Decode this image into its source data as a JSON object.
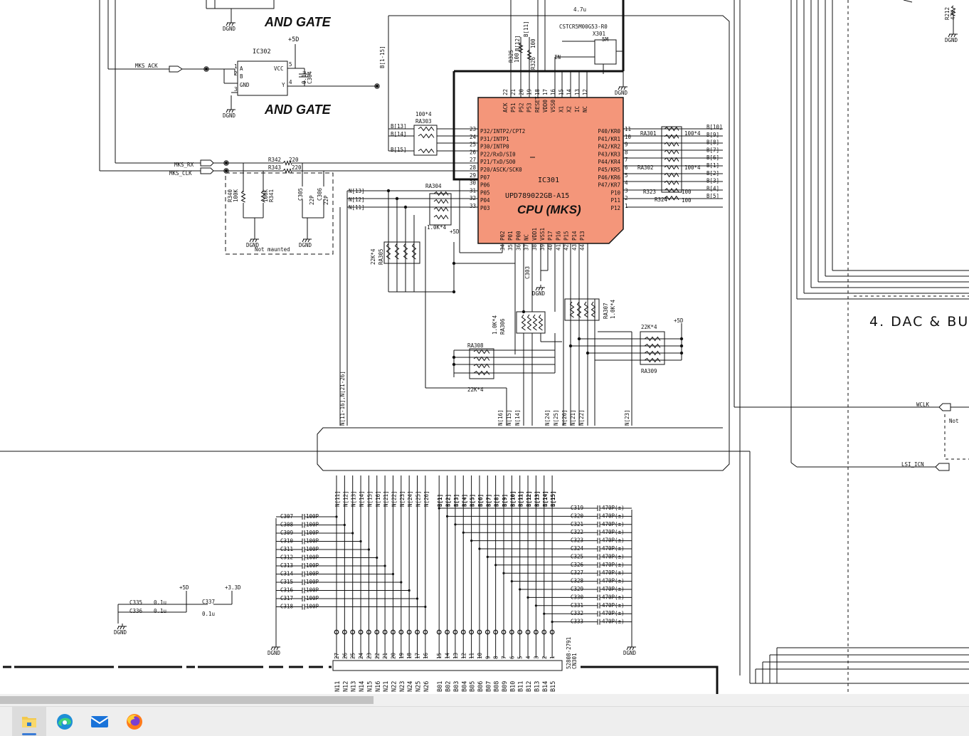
{
  "schematic": {
    "and_gate_label": "AND GATE",
    "cpu": {
      "name": "CPU (MKS)",
      "ref": "IC301",
      "part": "UPD789022GB-A15",
      "fill_color": "#f4967a"
    },
    "ic302": {
      "ref": "IC302",
      "power": "+5D",
      "cap": "C304",
      "cap_value": "0.1u",
      "pins": [
        "A",
        "B",
        "GND",
        "VCC",
        "Y",
        "1",
        "2",
        "3",
        "5",
        "4"
      ]
    },
    "signals": {
      "mks_ack": "MKS_ACK",
      "mks_rx": "MKS_RX",
      "mks_clk": "MKS_CLK",
      "wclk": "WCLK",
      "lsi_icn": "LSI_ICN"
    },
    "gnd": "DGND",
    "bus_labels": [
      "B[1-15]",
      "B[12]",
      "B[11]",
      "N[13]",
      "N[12]",
      "N[11]",
      "N[11-16],N[21-26]"
    ],
    "cpu_top_pins": [
      {
        "name": "ACK",
        "num": "22"
      },
      {
        "name": "P51",
        "num": "21"
      },
      {
        "name": "P52",
        "num": "20"
      },
      {
        "name": "P53",
        "num": "19"
      },
      {
        "name": "RESET",
        "num": "18"
      },
      {
        "name": "VDD0",
        "num": "17"
      },
      {
        "name": "VSS0",
        "num": "16"
      },
      {
        "name": "X1",
        "num": "15"
      },
      {
        "name": "X2",
        "num": "14"
      },
      {
        "name": "IC",
        "num": "13"
      },
      {
        "name": "NC",
        "num": "12"
      }
    ],
    "cpu_left_pins": [
      {
        "name": "P32/INTP2/CPT2",
        "num": "23"
      },
      {
        "name": "P31/INTP1",
        "num": "24"
      },
      {
        "name": "P30/INTP0",
        "num": "25"
      },
      {
        "name": "P22/RxD/SI0",
        "num": "26"
      },
      {
        "name": "P21/TxD/SO0",
        "num": "27"
      },
      {
        "name": "P20/ASCK/SCK0",
        "num": "28"
      },
      {
        "name": "P07",
        "num": "29"
      },
      {
        "name": "P06",
        "num": "30"
      },
      {
        "name": "P05",
        "num": "31"
      },
      {
        "name": "P04",
        "num": "32"
      },
      {
        "name": "P03",
        "num": "33"
      }
    ],
    "cpu_right_pins": [
      {
        "name": "P40/KR0",
        "num": "11"
      },
      {
        "name": "P41/KR1",
        "num": "10"
      },
      {
        "name": "P42/KR2",
        "num": "9"
      },
      {
        "name": "P43/KR3",
        "num": "8"
      },
      {
        "name": "P44/KR4",
        "num": "7"
      },
      {
        "name": "P45/KR5",
        "num": "6"
      },
      {
        "name": "P46/KR6",
        "num": "5"
      },
      {
        "name": "P47/KR7",
        "num": "4"
      },
      {
        "name": "P10",
        "num": "3"
      },
      {
        "name": "P11",
        "num": "2"
      },
      {
        "name": "P12",
        "num": "1"
      }
    ],
    "cpu_bottom_pins": [
      {
        "name": "P02",
        "num": "34"
      },
      {
        "name": "P01",
        "num": "35"
      },
      {
        "name": "P00",
        "num": "36"
      },
      {
        "name": "NC",
        "num": "37"
      },
      {
        "name": "VDD1",
        "num": "38"
      },
      {
        "name": "VSS1",
        "num": "39"
      },
      {
        "name": "P17",
        "num": "40"
      },
      {
        "name": "P16",
        "num": "41"
      },
      {
        "name": "P15",
        "num": "42"
      },
      {
        "name": "P14",
        "num": "43"
      },
      {
        "name": "P13",
        "num": "44"
      }
    ],
    "right_bus": [
      "B[10]",
      "B[9]",
      "B[8]",
      "B[7]",
      "B[6]",
      "B[1]",
      "B[2]",
      "B[3]",
      "B[4]",
      "B[5]"
    ],
    "left_bus": [
      "B[13]",
      "B[14]",
      "B[15]"
    ],
    "resistor_arrays": {
      "ra303": "RA303",
      "ra303_val": "100*4",
      "ra301": "RA301",
      "ra301_val": "100*4",
      "ra302": "RA302",
      "ra302_val": "100*4",
      "ra304": "RA304",
      "ra304_val": "1.0K*4",
      "ra305": "RA305",
      "ra305_val": "22K*4",
      "ra306": "RA306",
      "ra306_val": "1.0K*4",
      "ra307": "RA307",
      "ra307_val": "1.0K*4",
      "ra308": "RA308",
      "ra308_val": "22K*4",
      "ra309": "RA309",
      "ra309_val": "22K*4"
    },
    "resistors": {
      "r342": "R342",
      "r342_val": "220",
      "r343": "R343",
      "r343_val": "220",
      "r340": "R340",
      "r340_val": "100K",
      "r341": "R341",
      "r341_val": "100K",
      "r323": "R323",
      "r323_val": "100",
      "r324": "R324",
      "r324_val": "100",
      "r325": "R325",
      "r325_val": "100",
      "r326": "R326",
      "r326_val": "100",
      "r212": "R212",
      "r212_val": "47K"
    },
    "caps_misc": {
      "c305": "C305",
      "c305_val": "22P",
      "c306": "C306",
      "c306_val": "22P",
      "c303": "C303",
      "top_cap_val": "4.7u",
      "c337": "C337",
      "c337_val": "0.1u",
      "c335": "C335",
      "c336": "C336",
      "c335_val": "0.1u"
    },
    "crystal": {
      "ref": "X301",
      "part": "CSTCR5M00G53-R0",
      "freq": "5M",
      "in_label": "IN"
    },
    "not_mounted": "Not maunted",
    "not_label": "Not",
    "power_labels": [
      "+5D",
      "+3.3D"
    ],
    "n_bottom": [
      "N[16]",
      "N[15]",
      "N[14]",
      "N[24]",
      "N[25]",
      "N[26]",
      "N[21]",
      "N[22]",
      "N[23]"
    ],
    "bus_top_labels": [
      "N[11]",
      "N[12]",
      "N[13]",
      "N[14]",
      "N[15]",
      "N[16]",
      "N[21]",
      "N[22]",
      "N[23]",
      "N[24]",
      "N[25]",
      "N[26]",
      "B[1]",
      "B[2]",
      "B[3]",
      "B[4]",
      "B[5]",
      "B[6]",
      "B[7]",
      "B[8]",
      "B[9]",
      "B[10]",
      "B[11]",
      "B[12]",
      "B[13]",
      "B[14]",
      "B[15]"
    ],
    "caps_left": [
      {
        "ref": "C307",
        "val": "100P"
      },
      {
        "ref": "C308",
        "val": "100P"
      },
      {
        "ref": "C309",
        "val": "100P"
      },
      {
        "ref": "C310",
        "val": "100P"
      },
      {
        "ref": "C311",
        "val": "100P"
      },
      {
        "ref": "C312",
        "val": "100P"
      },
      {
        "ref": "C313",
        "val": "100P"
      },
      {
        "ref": "C314",
        "val": "100P"
      },
      {
        "ref": "C315",
        "val": "100P"
      },
      {
        "ref": "C316",
        "val": "100P"
      },
      {
        "ref": "C317",
        "val": "100P"
      },
      {
        "ref": "C318",
        "val": "100P"
      }
    ],
    "caps_right": [
      {
        "ref": "C319",
        "val": "470P(±)"
      },
      {
        "ref": "C320",
        "val": "470P(±)"
      },
      {
        "ref": "C321",
        "val": "470P(±)"
      },
      {
        "ref": "C322",
        "val": "470P(±)"
      },
      {
        "ref": "C323",
        "val": "470P(±)"
      },
      {
        "ref": "C324",
        "val": "470P(±)"
      },
      {
        "ref": "C325",
        "val": "470P(±)"
      },
      {
        "ref": "C326",
        "val": "470P(±)"
      },
      {
        "ref": "C327",
        "val": "470P(±)"
      },
      {
        "ref": "C328",
        "val": "470P(±)"
      },
      {
        "ref": "C329",
        "val": "470P(±)"
      },
      {
        "ref": "C330",
        "val": "470P(±)"
      },
      {
        "ref": "C331",
        "val": "470P(±)"
      },
      {
        "ref": "C332",
        "val": "470P(±)"
      },
      {
        "ref": "C333",
        "val": "470P(±)"
      }
    ],
    "connector": {
      "ref": "CN301",
      "part": "52808-2791",
      "pin_nums": [
        "27",
        "26",
        "25",
        "24",
        "23",
        "22",
        "21",
        "20",
        "19",
        "18",
        "17",
        "16",
        "15",
        "14",
        "13",
        "12",
        "11",
        "10",
        "9",
        "8",
        "7",
        "6",
        "5",
        "4",
        "3",
        "2",
        "1"
      ],
      "signals": [
        "N11",
        "N12",
        "N13",
        "N14",
        "N15",
        "N16",
        "N21",
        "N22",
        "N23",
        "N24",
        "N25",
        "N26",
        "B01",
        "B02",
        "B03",
        "B04",
        "B05",
        "B06",
        "B07",
        "B08",
        "B09",
        "B10",
        "B11",
        "B12",
        "B13",
        "B14",
        "B15"
      ]
    },
    "section_title": "4. DAC & BU"
  },
  "taskbar": {
    "apps": [
      {
        "name": "File Explorer",
        "icon": "folder-icon"
      },
      {
        "name": "Microsoft Edge",
        "icon": "edge-icon"
      },
      {
        "name": "Mail",
        "icon": "mail-icon"
      },
      {
        "name": "Firefox",
        "icon": "firefox-icon"
      }
    ]
  }
}
